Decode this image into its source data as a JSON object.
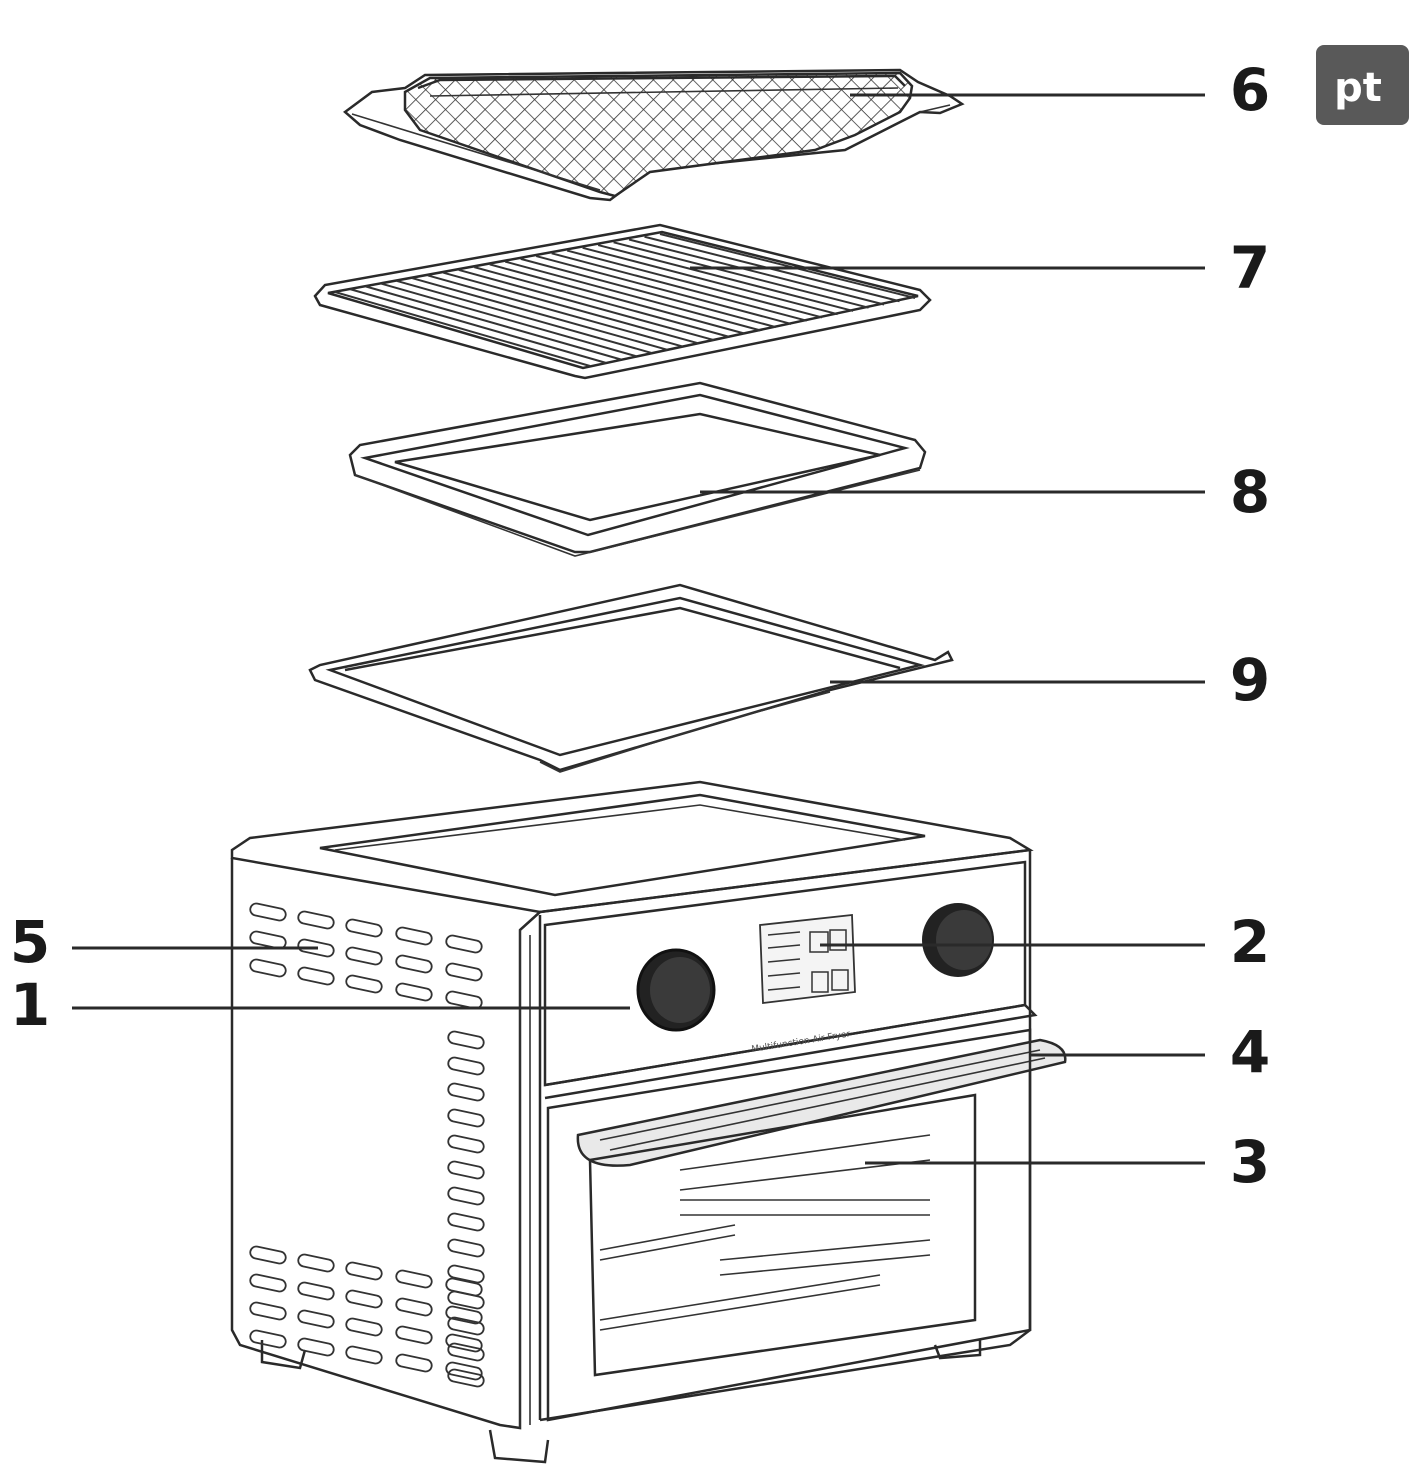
{
  "language_tab": {
    "label": "pt",
    "color": "#595959"
  },
  "panel": {
    "brand_text": "Multifunction Air Fryer"
  },
  "callouts": [
    {
      "id": "1",
      "label": "1"
    },
    {
      "id": "2",
      "label": "2"
    },
    {
      "id": "3",
      "label": "3"
    },
    {
      "id": "4",
      "label": "4"
    },
    {
      "id": "5",
      "label": "5"
    },
    {
      "id": "6",
      "label": "6"
    },
    {
      "id": "7",
      "label": "7"
    },
    {
      "id": "8",
      "label": "8"
    },
    {
      "id": "9",
      "label": "9"
    }
  ]
}
